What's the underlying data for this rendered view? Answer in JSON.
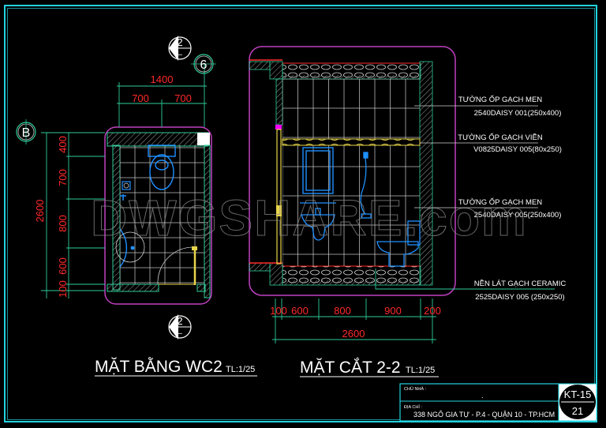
{
  "drawing": {
    "watermark": "DWGSHARE.com",
    "colors": {
      "background": "#000000",
      "frame": "#22d3e0",
      "dimension_text": "#ff2a2a",
      "dimension_line": "#2ecc9a",
      "viewport": "#c040c0",
      "wall": "#2ecc9a",
      "fixture": "#1e90ff",
      "tile": "#d8d8d8",
      "accent_yellow": "#e8d44a"
    }
  },
  "plan": {
    "title": "MẶT BẰNG WC2",
    "scale": "TL:1/25",
    "section_marker_top": {
      "number": "2",
      "sheet": "–"
    },
    "section_marker_bottom": {
      "number": "2",
      "sheet": "–"
    },
    "grid_axis_vertical": "6",
    "grid_axis_horizontal": "B",
    "dims_horizontal": {
      "total": "1400",
      "segments": [
        "700",
        "700"
      ]
    },
    "dims_vertical": {
      "total": "2600",
      "segments": [
        "400",
        "700",
        "800",
        "600",
        "100"
      ]
    }
  },
  "section": {
    "title": "MẶT CẮT 2-2",
    "scale": "TL:1/25",
    "dims_horizontal": {
      "total": "2600",
      "segments": [
        "100",
        "600",
        "800",
        "900",
        "200"
      ]
    },
    "notes": [
      {
        "line1": "TƯỜNG ỐP GẠCH MEN",
        "line2": "2540DAISY 001(250x400)"
      },
      {
        "line1": "TƯỜNG ỐP GẠCH VIỀN",
        "line2": "V0825DAISY 005(80x250)"
      },
      {
        "line1": "TƯỜNG ỐP GẠCH MEN",
        "line2": "2540DAISY 005(250x400)"
      },
      {
        "line1": "NỀN LÁT GẠCH CERAMIC",
        "line2": "2525DAISY 005 (250x250)"
      }
    ]
  },
  "title_block": {
    "owner_label": "CHỦ NHÀ :",
    "owner_value": ".",
    "address_label": "ĐỊA CHỈ :",
    "address_value": "338  NGÔ GIA TỰ -  P.4 -  QUẬN 10 - TP.HCM",
    "sheet_code": "KT-15",
    "sheet_number": "21"
  }
}
